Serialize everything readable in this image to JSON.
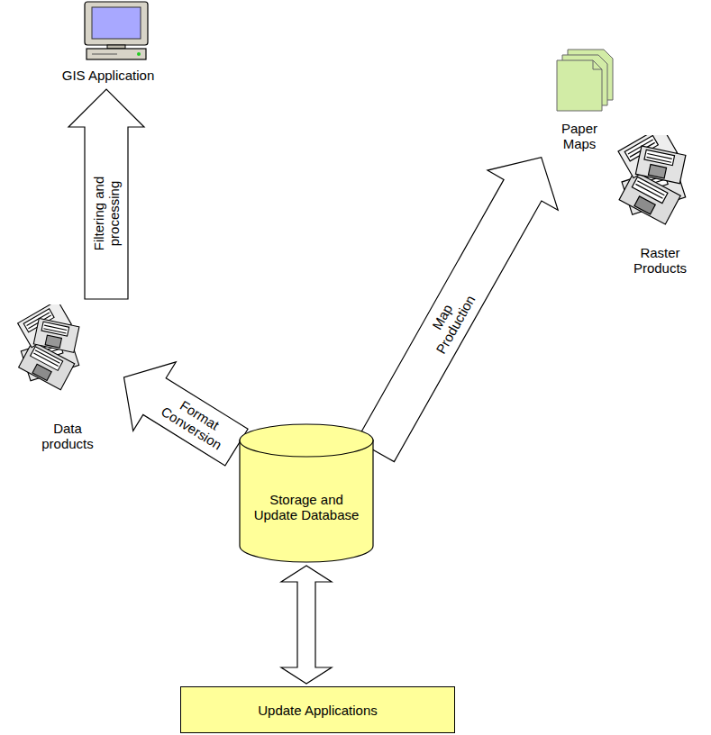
{
  "diagram": {
    "nodes": [
      {
        "text": [
          "GIS Application"
        ]
      },
      {
        "text": [
          "Paper Maps"
        ]
      },
      {
        "text": [
          "Raster Products"
        ]
      },
      {
        "text": [
          "Data products"
        ]
      },
      {
        "text": [
          "Storage and Update Database"
        ]
      },
      {
        "text": [
          "Update Applications"
        ]
      }
    ],
    "edges": [
      {
        "from": 3,
        "to": 0,
        "label": "Filtering and processing",
        "arrow": "to"
      },
      {
        "from": 4,
        "to": 3,
        "label": "Format Conversion",
        "arrow": "to"
      },
      {
        "from": 4,
        "to": 1,
        "label": "Map Production",
        "arrow": "to"
      },
      {
        "from": 4,
        "to": 5,
        "arrow": "both"
      }
    ]
  }
}
